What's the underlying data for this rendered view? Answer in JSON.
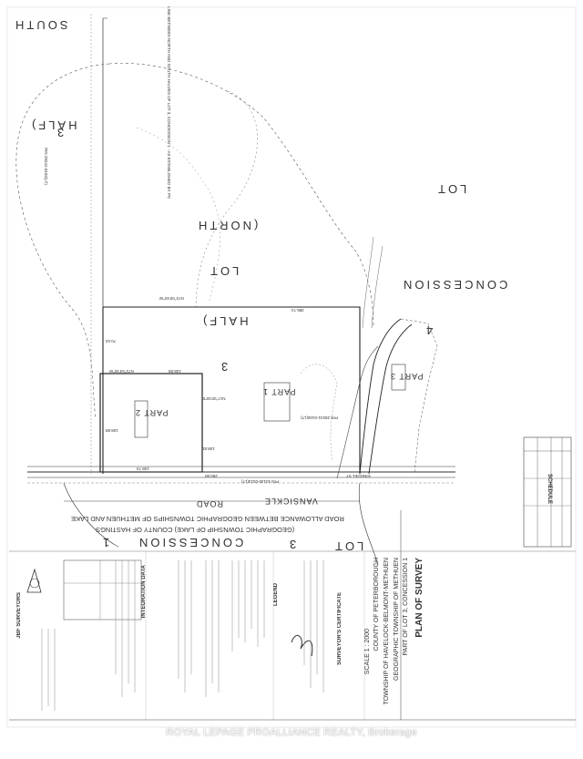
{
  "plan": {
    "title_lines": [
      "PLAN OF SURVEY",
      "PART OF LOT 3, CONCESSION 1",
      "GEOGRAPHIC TOWNSHIP OF METHUEN",
      "TOWNSHIP OF HAVELOCK-BELMONT-METHUEN",
      "COUNTY OF PETERBOROUGH"
    ],
    "scale": "SCALE 1 : 2000"
  },
  "labels": {
    "south_half": "SOUTH",
    "half_left": "HALF)",
    "three_left": "3",
    "lot_top": "LOT",
    "lot_north": "LOT",
    "north": "(NORTH",
    "half_mid": "HALF)",
    "three_mid": "3",
    "concession_top": "CONCESSION",
    "four": "4",
    "part1": "PART 1",
    "part2": "PART 2",
    "part3": "PART 3",
    "road": "VANSICKLE",
    "road2": "ROAD",
    "road_allowance": "ROAD ALLOWANCE BETWEEN GEOGRAPHIC TOWNSHIPS OF METHUEN AND LAKE",
    "road_allowance2": "(GEOGRAPHIC TOWNSHIP OF LAKE)   COUNTY OF HASTINGS",
    "concession_bottom": "CONCESSION",
    "one": "1",
    "lot_bottom": "LOT",
    "three_bottom": "3",
    "pin1": "PIN 28241-0100(LT)",
    "pin2": "PIN 28241-0102(LT)",
    "pin_road": "PIN 40130-0013(LT)",
    "line_text": "LINE BETWEEN NORTH AND SOUTH HALVES OF LOT 3, CONCESSION 1 - AS ESTABLISHED BY PS",
    "kingdel": "KINGDEL ST",
    "schedule": "SCHEDULE",
    "surveyors_certificate": "SURVEYOR'S CERTIFICATE",
    "legend": "LEGEND",
    "integration": "INTEGRATION DATA",
    "firm": "JBF SURVEYORS"
  },
  "dims": {
    "top_bearing": "N72°00'40\"W",
    "top_dist": "385.74",
    "mid_bearing": "N72°53'30\"W",
    "mid_dist": "108.89",
    "left_dist1": "70.03",
    "left_dist2": "108.89",
    "right_dist": "108.81",
    "right_bearing": "N17°00'20\"E",
    "bottom_dist": "108.73",
    "bottom_dist2": "290.90"
  },
  "watermark": "ROYAL LEPAGE PROALLIANCE REALTY, Brokerage"
}
